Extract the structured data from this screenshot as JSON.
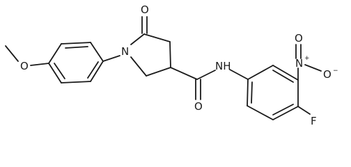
{
  "molecule": {
    "atom_labels": {
      "methoxy_o": "O",
      "ring_n": "N",
      "lactam_o": "O",
      "amide_nh": "NH",
      "amide_o": "O",
      "nitro_n": "N",
      "nitro_o_top": "O",
      "nitro_o_side": "O",
      "fluorine": "F"
    },
    "charges": {
      "nitro_n": "+",
      "nitro_o_side": "−"
    }
  }
}
